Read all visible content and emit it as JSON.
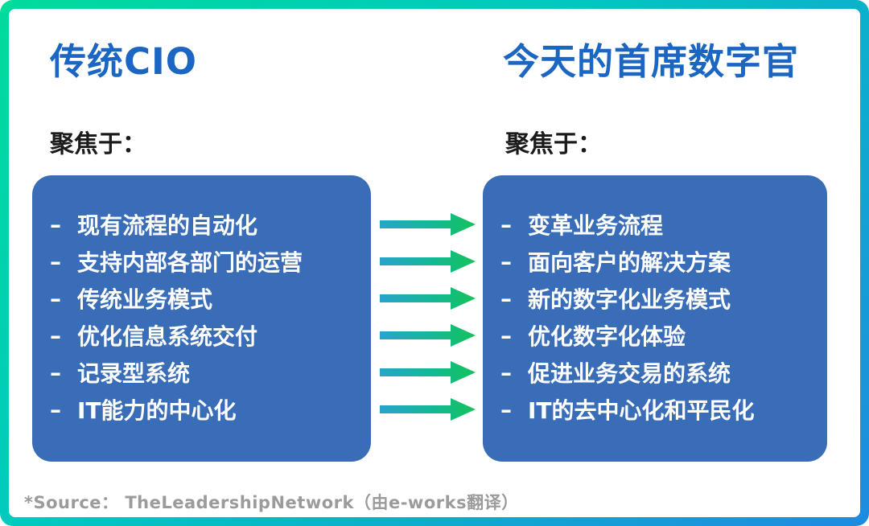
{
  "bullet": "–",
  "left_column": {
    "title": "传统CIO",
    "focus_label": "聚焦于：",
    "items": [
      "现有流程的自动化",
      "支持内部各部门的运营",
      "传统业务模式",
      "优化信息系统交付",
      "记录型系统",
      "IT能力的中心化"
    ]
  },
  "right_column": {
    "title": "今天的首席数字官",
    "focus_label": "聚焦于：",
    "items": [
      "变革业务流程",
      "面向客户的解决方案",
      "新的数字化业务模式",
      "优化数字化体验",
      "促进业务交易的系统",
      "IT的去中心化和平民化"
    ]
  },
  "footer": {
    "source": "*Source： TheLeadershipNetwork（由e-works翻译）"
  },
  "colors": {
    "heading_blue": "#1a66c2",
    "box_blue": "#3a6db8",
    "border_gradient_start": "#00dc9b",
    "border_gradient_mid": "#00c9c0",
    "border_gradient_end": "#1f8ae0",
    "arrow_gradient_start": "#29a3cc",
    "arrow_gradient_end": "#15c25a",
    "source_gray": "#9b9b9b"
  }
}
